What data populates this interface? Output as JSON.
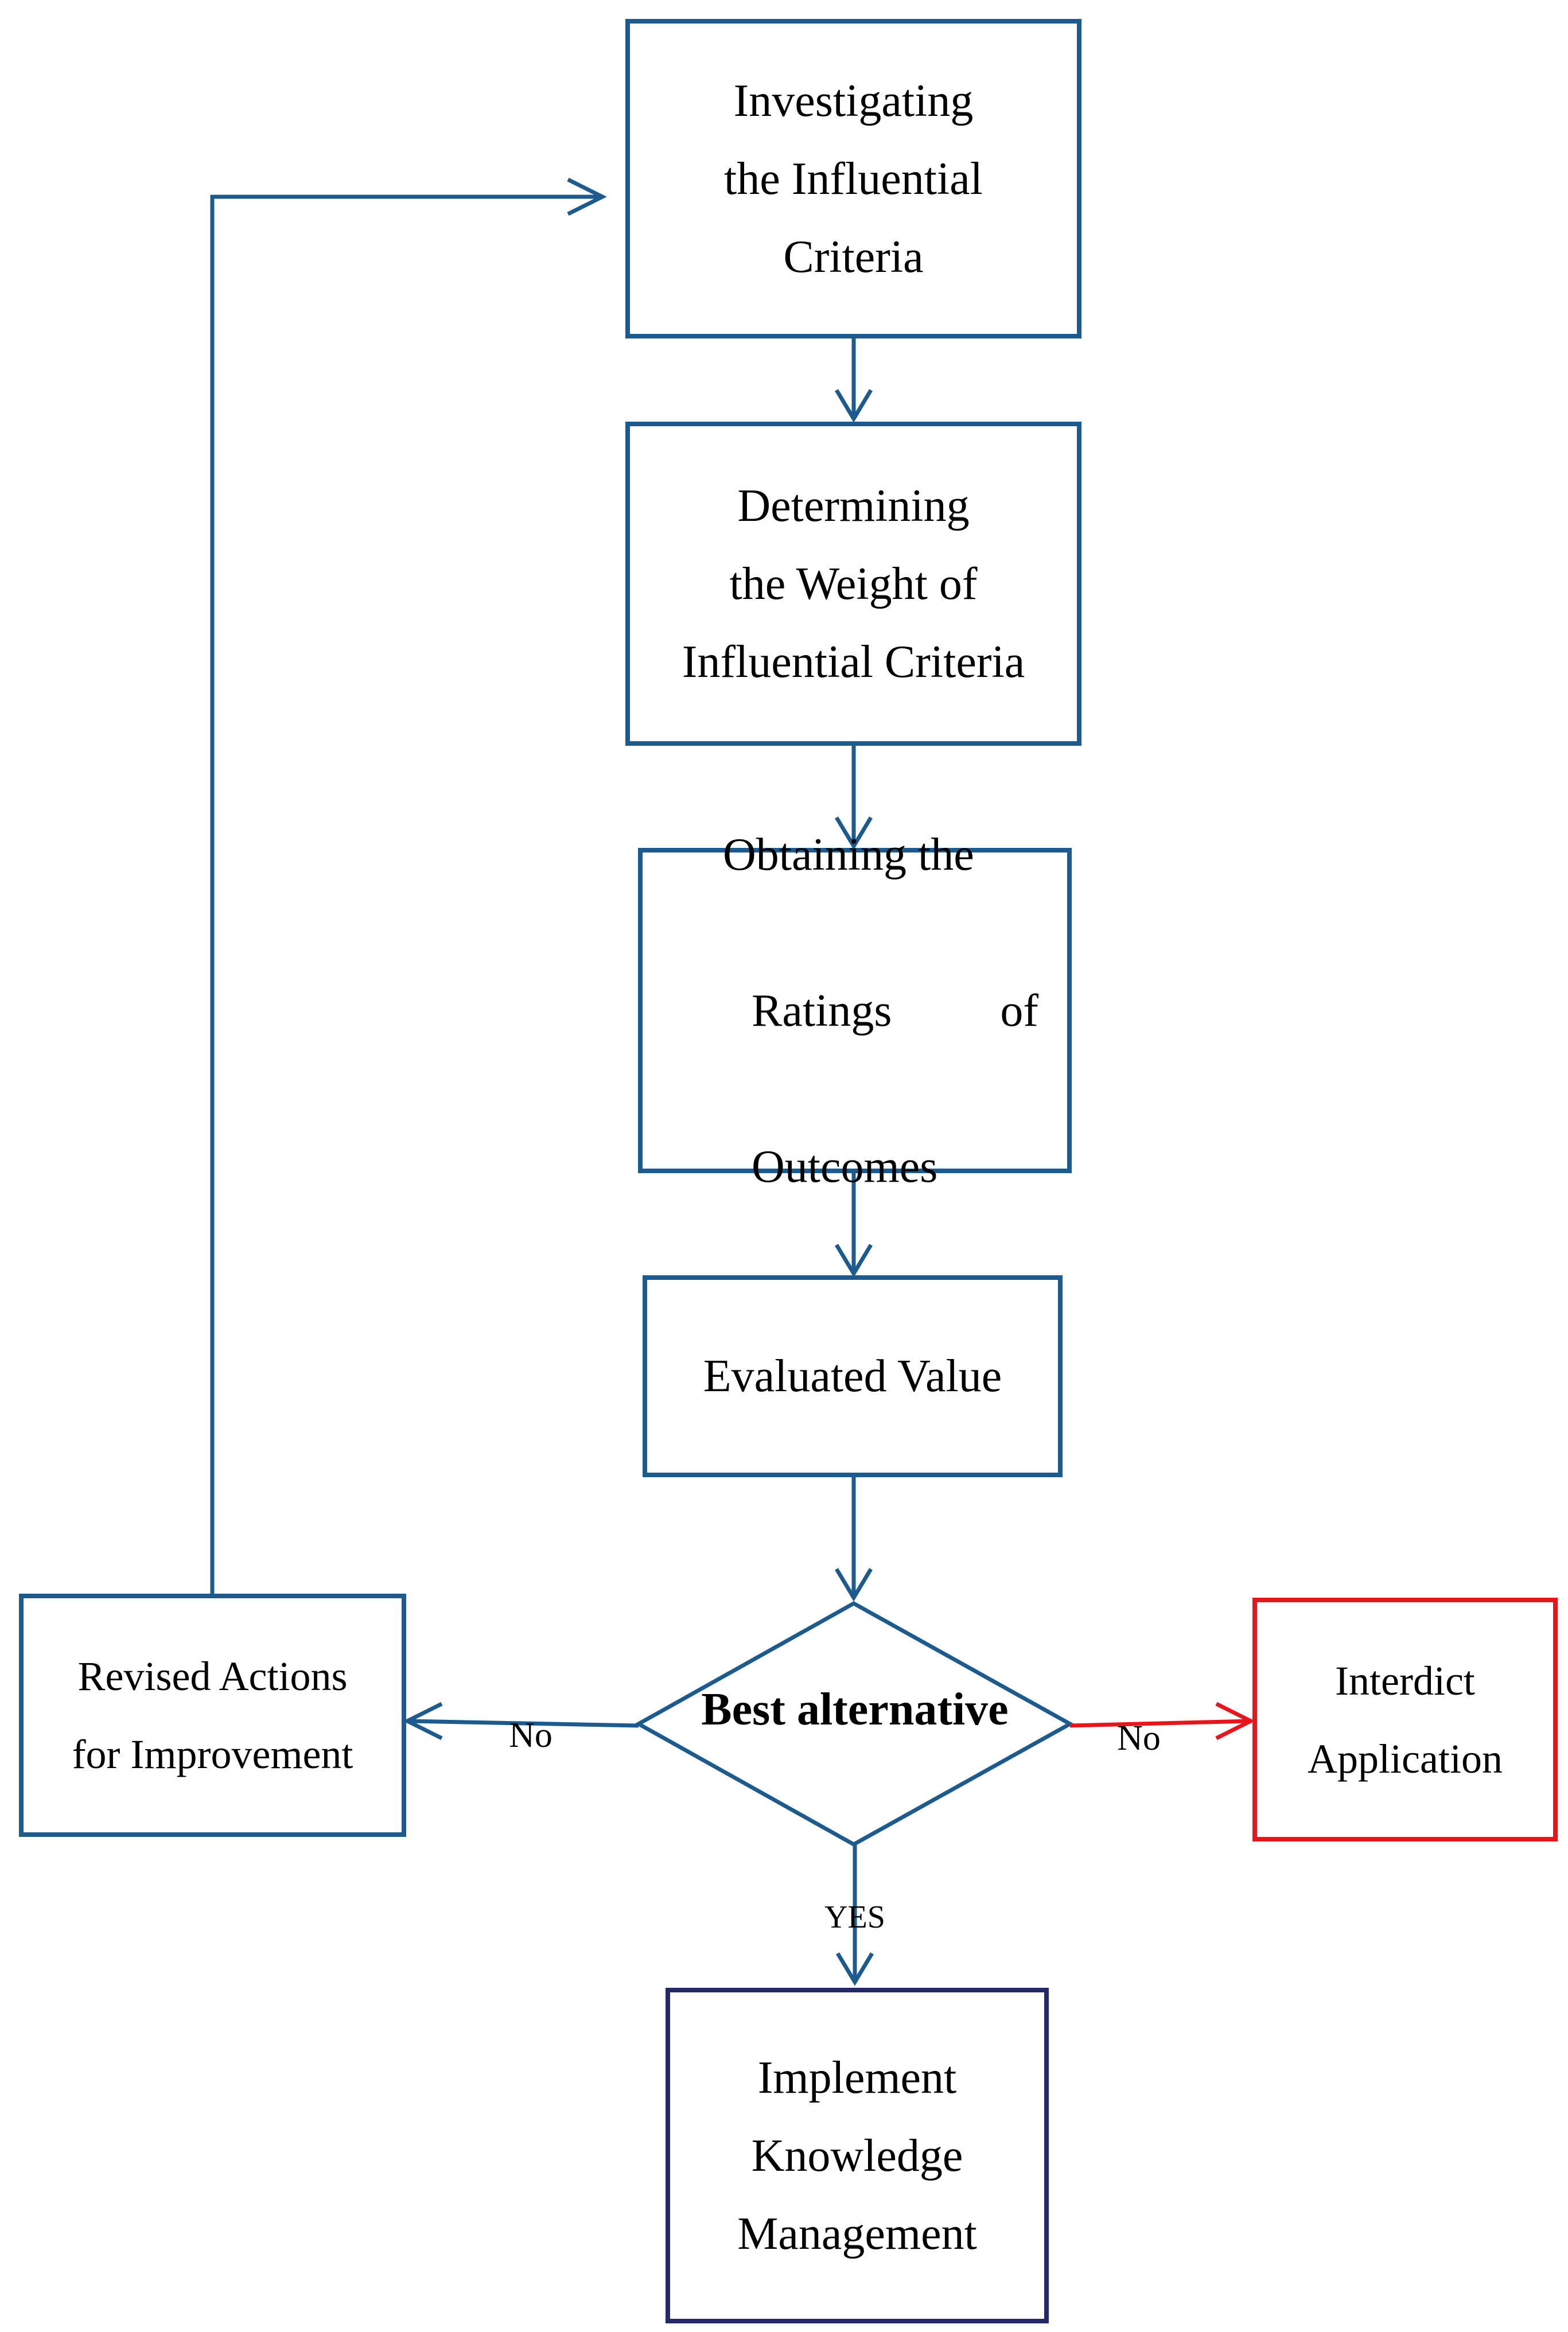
{
  "nodes": {
    "investigate": {
      "label": "Investigating\nthe Influential\nCriteria"
    },
    "weight": {
      "label": "Determining\nthe Weight of\nInfluential Criteria"
    },
    "ratings": {
      "line1": "Obtaining the",
      "line2_a": "Ratings",
      "line2_b": "of",
      "line3": "Outcomes"
    },
    "evaluated": {
      "label": "Evaluated Value"
    },
    "decision": {
      "label": "Best alternative"
    },
    "revised": {
      "label": "Revised Actions\nfor Improvement"
    },
    "interdict": {
      "label": "Interdict\nApplication"
    },
    "implement": {
      "label": "Implement\nKnowledge\nManagement"
    }
  },
  "edge_labels": {
    "left_no": "No",
    "right_no": "No",
    "yes": "YES"
  },
  "colors": {
    "primary": "#1d5a8e",
    "negative": "#e5161c",
    "final": "#262a64"
  }
}
